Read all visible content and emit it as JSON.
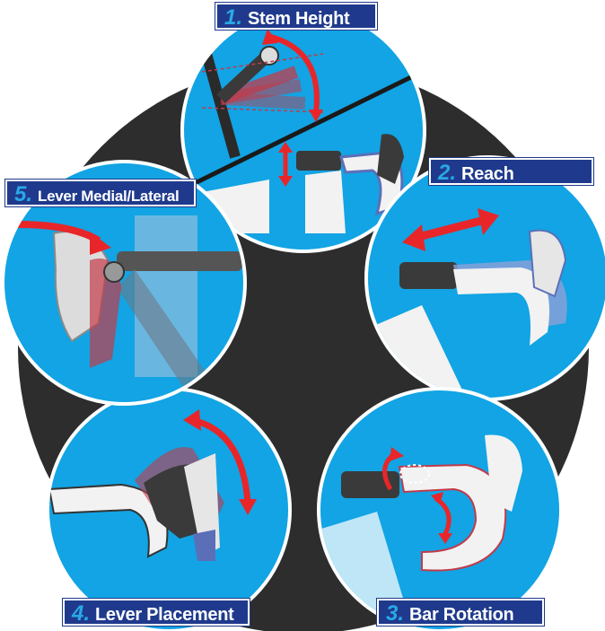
{
  "labels": [
    {
      "num": "1.",
      "text": "Stem Height"
    },
    {
      "num": "2.",
      "text": "Reach"
    },
    {
      "num": "3.",
      "text": "Bar Rotation"
    },
    {
      "num": "4.",
      "text": "Lever Placement"
    },
    {
      "num": "5.",
      "text": "Lever Medial/Lateral"
    }
  ],
  "colors": {
    "background_disc": "#2d2d2d",
    "circle_fill": "#12a4e4",
    "label_bg": "#1f3a8c",
    "label_number": "#29a8e6",
    "arrow_red": "#e8262a",
    "part_dark": "#3a3a3a",
    "part_white": "#f2f2f2",
    "ghost_red": "#c23b4a",
    "ghost_blue": "#5b6fb8"
  },
  "icons": [
    "double-arrow-icon",
    "curved-arrow-icon",
    "stem-icon",
    "handlebar-icon",
    "brake-lever-icon",
    "hand-icon"
  ]
}
